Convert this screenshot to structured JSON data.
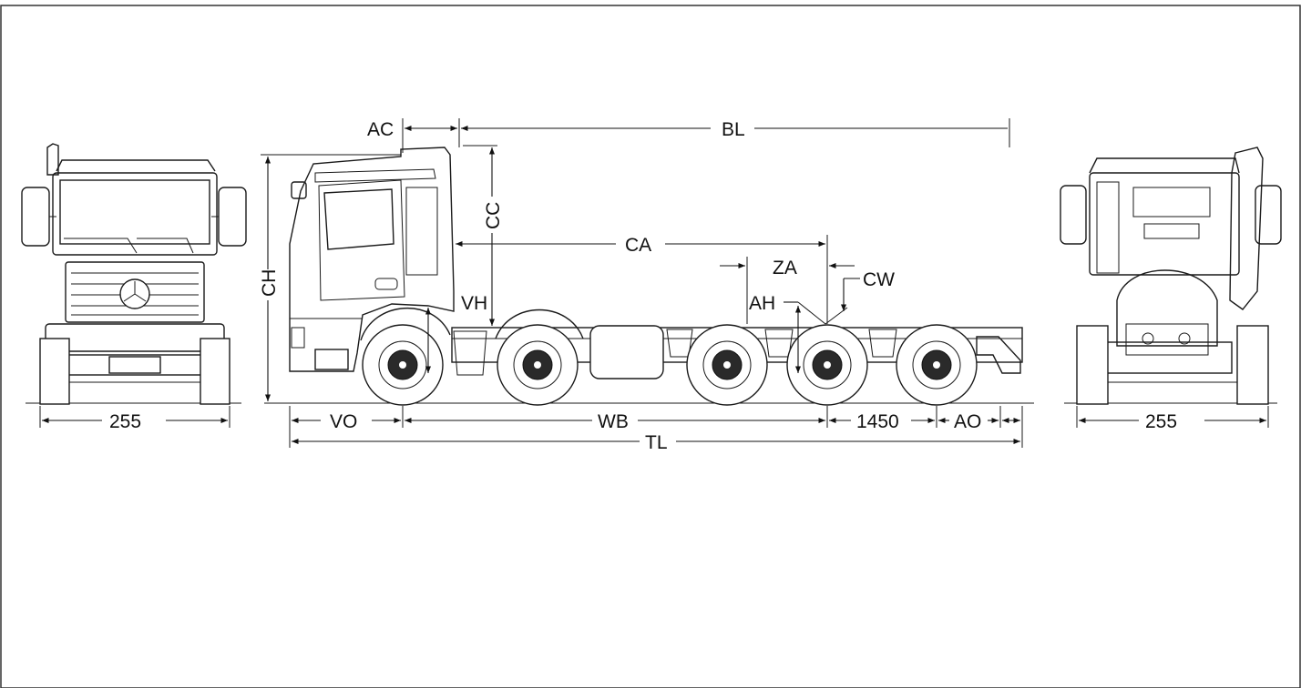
{
  "labels": {
    "ac": "AC",
    "bl": "BL",
    "cc": "CC",
    "ca": "CA",
    "ch": "CH",
    "vh": "VH",
    "za": "ZA",
    "cw": "CW",
    "ah": "AH",
    "vo": "VO",
    "wb": "WB",
    "rear_overhang_offset": "1450",
    "ao": "AO",
    "tl": "TL",
    "front_width": "255",
    "rear_width": "255"
  }
}
